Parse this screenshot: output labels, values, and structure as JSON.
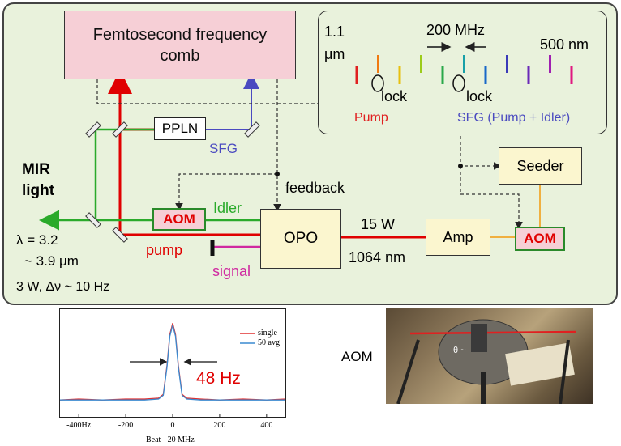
{
  "diagram": {
    "comb": {
      "line1": "Femtosecond frequency",
      "line2": "comb"
    },
    "ppln": "PPLN",
    "sfg": "SFG",
    "mir_light": {
      "line1": "MIR",
      "line2": "light"
    },
    "aom_label": "AOM",
    "idler": "Idler",
    "feedback": "feedback",
    "opo": "OPO",
    "power_15w": "15 W",
    "wavelength_1064": "1064 nm",
    "amp": "Amp",
    "seeder": "Seeder",
    "pump": "pump",
    "signal": "signal",
    "lambda_line1": "λ = 3.2",
    "lambda_line2": "~ 3.9 μm",
    "power_line": "3 W,   Δν ~ 10 Hz"
  },
  "comb_panel": {
    "left_wavelength": {
      "line1": "1.1",
      "line2": "μm"
    },
    "spacing": "200 MHz",
    "right_wavelength": "500 nm",
    "lock": "lock",
    "pump": "Pump",
    "sfg": "SFG (Pump + Idler)",
    "tooth_colors": [
      "#e02020",
      "#f07a10",
      "#e8c010",
      "#9ccc1a",
      "#2aa84a",
      "#18a0a8",
      "#1868c8",
      "#3a3ab8",
      "#6a2ab8",
      "#a020b0",
      "#e01880"
    ]
  },
  "chart_data": {
    "type": "line",
    "xlabel": "Beat - 20 MHz",
    "x_ticks": [
      "-400Hz",
      "-200",
      "0",
      "200",
      "400"
    ],
    "xlim": [
      -480,
      480
    ],
    "ylim": [
      0,
      1.15
    ],
    "legend_position": "top-right",
    "annotation": "48 Hz",
    "series": [
      {
        "name": "single",
        "color": "#e03030",
        "x": [
          -480,
          -400,
          -300,
          -200,
          -120,
          -60,
          -40,
          -24,
          -12,
          0,
          12,
          24,
          40,
          60,
          120,
          200,
          300,
          400,
          480
        ],
        "values": [
          0.18,
          0.19,
          0.18,
          0.19,
          0.19,
          0.2,
          0.24,
          0.55,
          0.88,
          1.0,
          0.88,
          0.55,
          0.24,
          0.2,
          0.19,
          0.18,
          0.19,
          0.18,
          0.19
        ]
      },
      {
        "name": "50 avg",
        "color": "#3a8ad0",
        "x": [
          -480,
          -400,
          -300,
          -200,
          -120,
          -60,
          -40,
          -24,
          -12,
          0,
          12,
          24,
          40,
          60,
          120,
          200,
          300,
          400,
          480
        ],
        "values": [
          0.18,
          0.18,
          0.18,
          0.18,
          0.18,
          0.19,
          0.23,
          0.53,
          0.86,
          0.98,
          0.86,
          0.53,
          0.23,
          0.19,
          0.18,
          0.18,
          0.18,
          0.18,
          0.18
        ]
      }
    ]
  },
  "photo": {
    "label": "AOM",
    "theta": "θ ~"
  }
}
